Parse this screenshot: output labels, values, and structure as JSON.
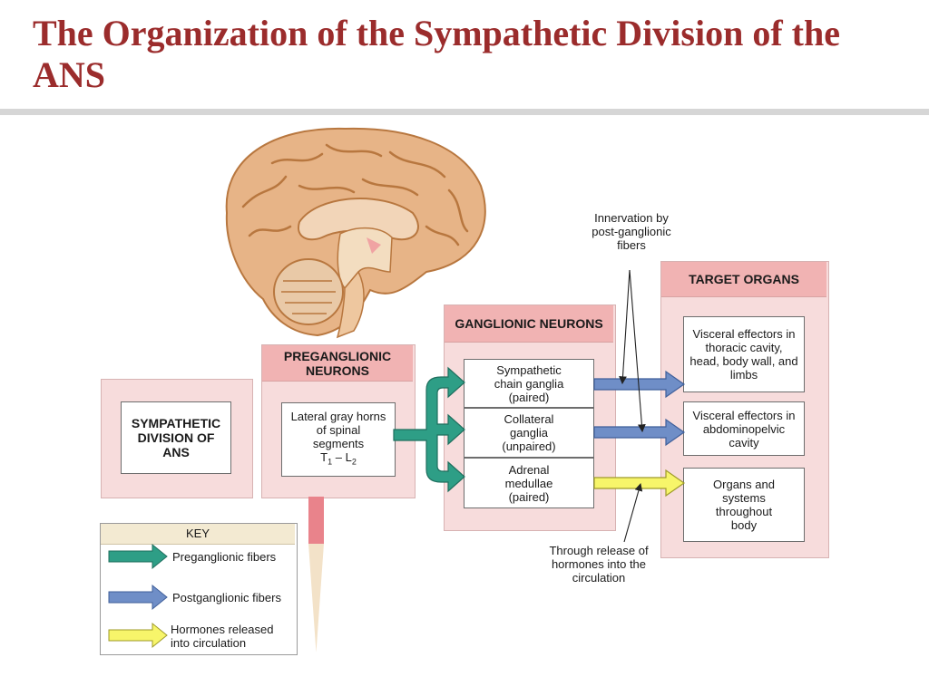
{
  "slide": {
    "title": "The Organization of the Sympathetic Division of the ANS"
  },
  "diagram": {
    "sympathetic_division": "SYMPATHETIC DIVISION OF ANS",
    "preganglionic": {
      "header": "PREGANGLIONIC NEURONS",
      "box_text": "Lateral gray horns of spinal segments",
      "segments": {
        "t": "T",
        "t_sub": "1",
        "dash": " – ",
        "l": "L",
        "l_sub": "2"
      }
    },
    "ganglionic": {
      "header": "GANGLIONIC NEURONS",
      "items": [
        {
          "text": "Sympathetic chain ganglia (paired)"
        },
        {
          "text": "Collateral ganglia (unpaired)"
        },
        {
          "text": "Adrenal medullae (paired)"
        }
      ]
    },
    "targets": {
      "header": "TARGET ORGANS",
      "items": [
        {
          "text": "Visceral effectors in thoracic cavity, head, body wall, and limbs"
        },
        {
          "text": "Visceral effectors in abdominopelvic cavity"
        },
        {
          "text": "Organs and systems throughout body"
        }
      ]
    },
    "annotations": {
      "innervation": "Innervation by post-ganglionic fibers",
      "release": "Through release of hormones into the circulation"
    },
    "key": {
      "title": "KEY",
      "items": [
        {
          "label": "Preganglionic fibers",
          "color": "#2e9e86"
        },
        {
          "label": "Postganglionic fibers",
          "color": "#6f8ec7"
        },
        {
          "label": "Hormones released into circulation",
          "color": "#f7f56a"
        }
      ]
    }
  }
}
